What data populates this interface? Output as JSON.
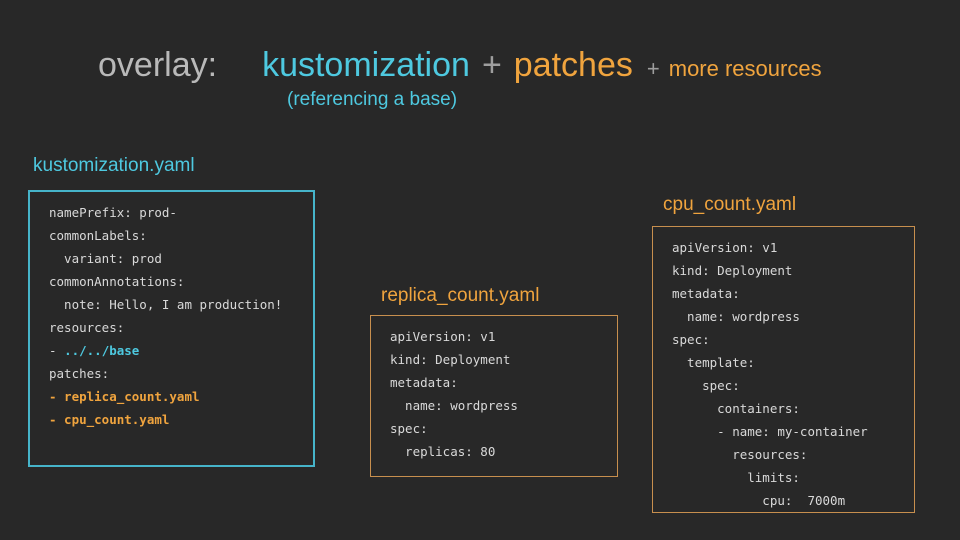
{
  "title": {
    "overlay": "overlay:",
    "kustomization": "kustomization",
    "plus1": "+",
    "patches": "patches",
    "plus2": "+",
    "more_resources": "more resources",
    "subtitle": "(referencing a base)"
  },
  "colors": {
    "background": "#282828",
    "title_gray": "#b9b9b9",
    "cyan": "#4ec9e0",
    "orange": "#f0a43e",
    "cyan_border": "#46b4ca",
    "orange_border": "#c78f4e",
    "code_text": "#d9d9d9"
  },
  "boxes": [
    {
      "label": "kustomization.yaml",
      "accent": "cyan",
      "lines": [
        [
          [
            "namePrefix: prod-",
            "fg"
          ]
        ],
        [
          [
            "commonLabels:",
            "fg"
          ]
        ],
        [
          [
            "  variant: prod",
            "fg"
          ]
        ],
        [
          [
            "commonAnnotations:",
            "fg"
          ]
        ],
        [
          [
            "  note: Hello, I am production!",
            "fg"
          ]
        ],
        [
          [
            "resources:",
            "fg"
          ]
        ],
        [
          [
            "- ",
            "fg"
          ],
          [
            "../../base",
            "cyanb"
          ]
        ],
        [
          [
            "patches:",
            "fg"
          ]
        ],
        [
          [
            "- replica_count.yaml",
            "orangeb"
          ]
        ],
        [
          [
            "- cpu_count.yaml",
            "orangeb"
          ]
        ]
      ]
    },
    {
      "label": "replica_count.yaml",
      "accent": "orange",
      "lines": [
        [
          [
            "apiVersion: v1",
            "fg"
          ]
        ],
        [
          [
            "kind: Deployment",
            "fg"
          ]
        ],
        [
          [
            "metadata:",
            "fg"
          ]
        ],
        [
          [
            "  name: wordpress",
            "fg"
          ]
        ],
        [
          [
            "spec:",
            "fg"
          ]
        ],
        [
          [
            "  replicas: 80",
            "fg"
          ]
        ]
      ]
    },
    {
      "label": "cpu_count.yaml",
      "accent": "orange",
      "lines": [
        [
          [
            "apiVersion: v1",
            "fg"
          ]
        ],
        [
          [
            "kind: Deployment",
            "fg"
          ]
        ],
        [
          [
            "metadata:",
            "fg"
          ]
        ],
        [
          [
            "  name: wordpress",
            "fg"
          ]
        ],
        [
          [
            "spec:",
            "fg"
          ]
        ],
        [
          [
            "  template:",
            "fg"
          ]
        ],
        [
          [
            "    spec:",
            "fg"
          ]
        ],
        [
          [
            "      containers:",
            "fg"
          ]
        ],
        [
          [
            "      - name: my-container",
            "fg"
          ]
        ],
        [
          [
            "        resources:",
            "fg"
          ]
        ],
        [
          [
            "          limits:",
            "fg"
          ]
        ],
        [
          [
            "            cpu:  7000m",
            "fg"
          ]
        ]
      ]
    }
  ]
}
